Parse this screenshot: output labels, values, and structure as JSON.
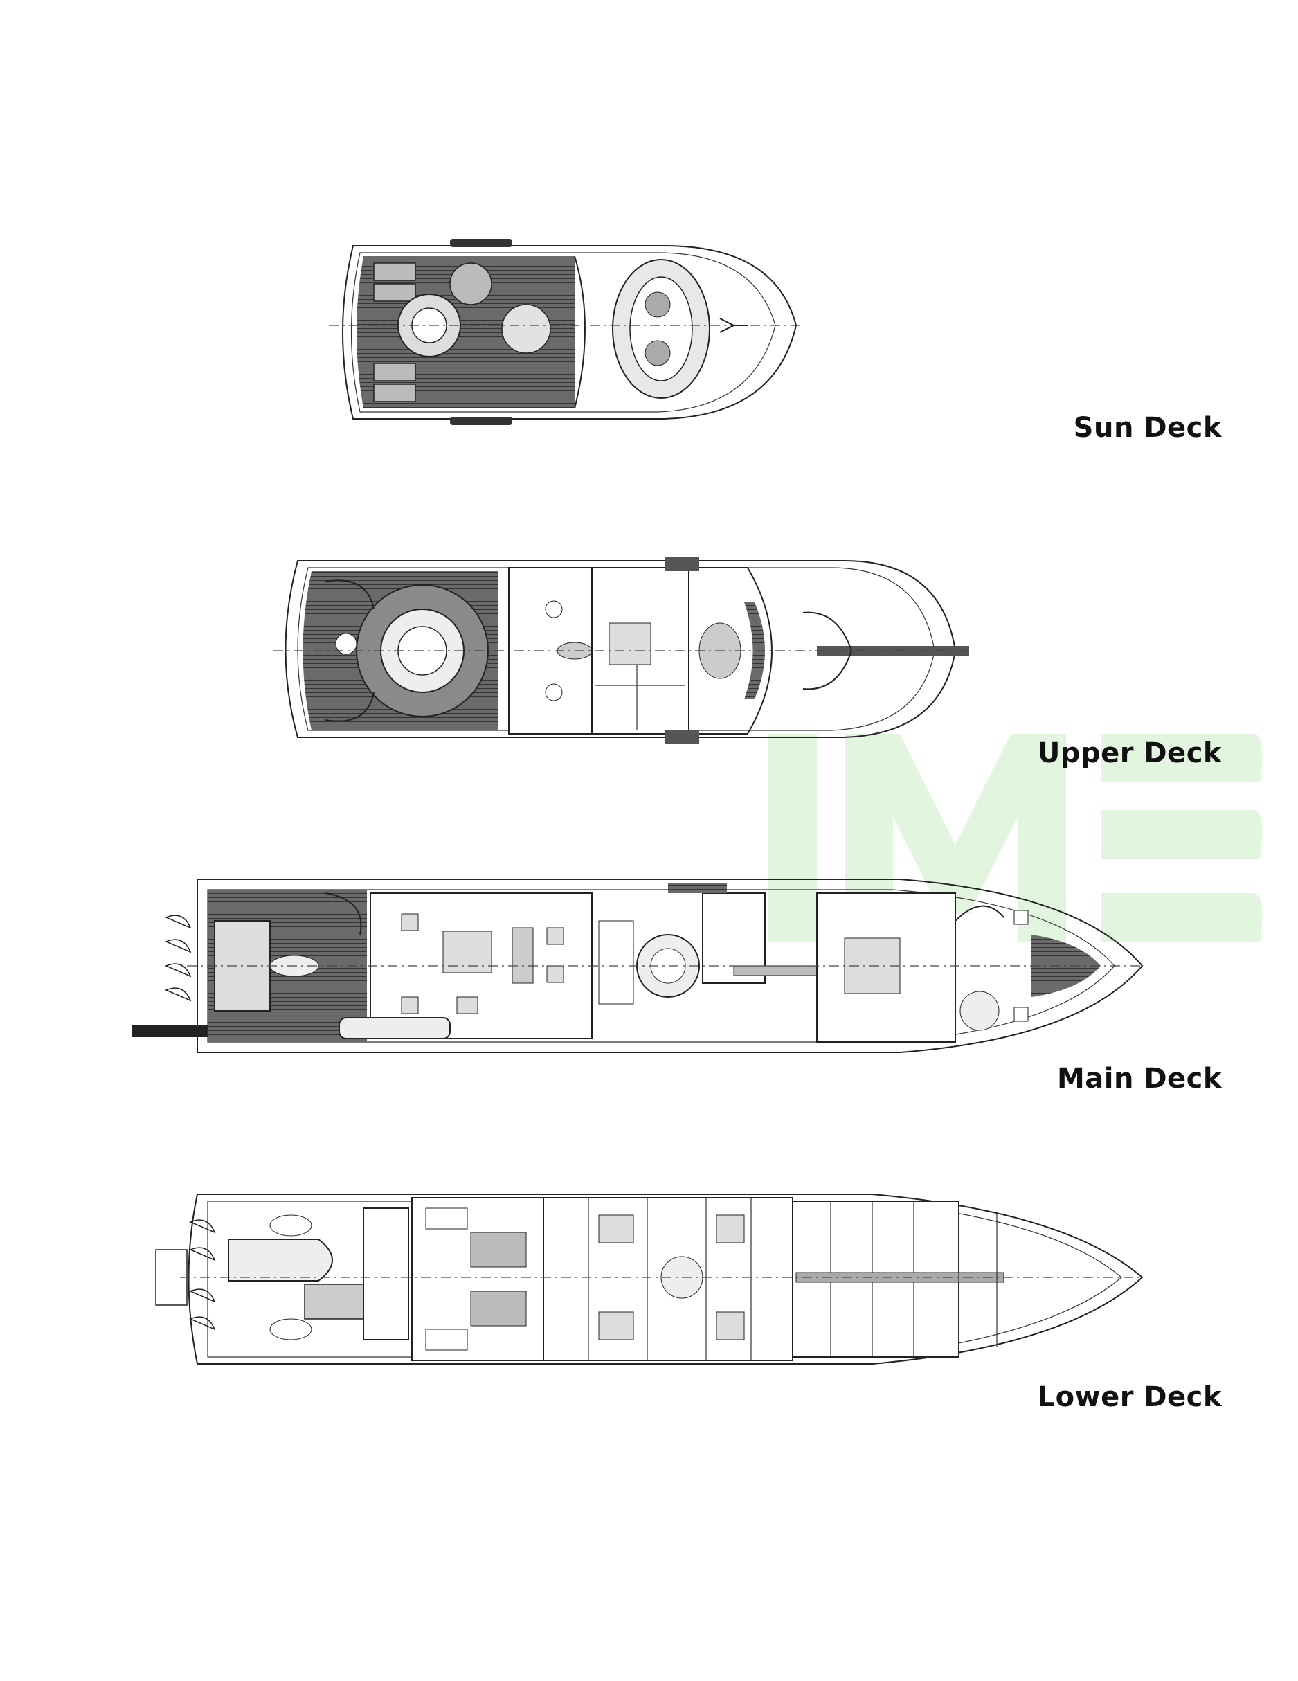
{
  "decks": [
    {
      "id": "sun",
      "label": "Sun Deck"
    },
    {
      "id": "upper",
      "label": "Upper Deck"
    },
    {
      "id": "main",
      "label": "Main Deck"
    },
    {
      "id": "lower",
      "label": "Lower Deck"
    }
  ],
  "watermark": {
    "color": "#7fd36b"
  }
}
